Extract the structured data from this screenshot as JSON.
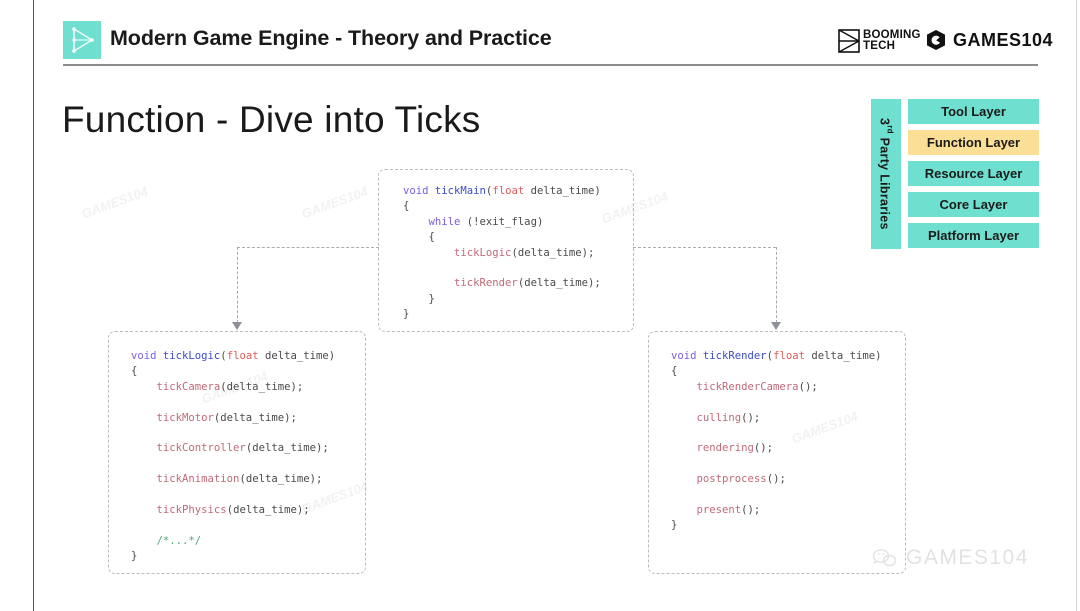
{
  "header": {
    "logo_icon": "wireframe-mesh-icon",
    "title": "Modern Game Engine - Theory and Practice",
    "brands": {
      "booming": {
        "line1": "BOOMING",
        "line2": "TECH",
        "mark_icon": "booming-b-mark-icon"
      },
      "games": {
        "text": "GAMES104",
        "mark_icon": "games-g-mark-icon"
      }
    }
  },
  "page_title": "Function - Dive into Ticks",
  "architecture": {
    "side_label_main": "Party Libraries",
    "side_label_ordinal_num": "3",
    "side_label_ordinal_sup": "rd",
    "side_color": "#6fe0cf",
    "highlight_color": "#fbdf96",
    "normal_color": "#6fe0cf",
    "layers": [
      {
        "label": "Tool Layer",
        "highlighted": false
      },
      {
        "label": "Function Layer",
        "highlighted": true
      },
      {
        "label": "Resource Layer",
        "highlighted": false
      },
      {
        "label": "Core Layer",
        "highlighted": false
      },
      {
        "label": "Platform Layer",
        "highlighted": false
      }
    ]
  },
  "code_blocks": {
    "tick_main": {
      "name": "tickMain",
      "lines": [
        [
          {
            "t": "void ",
            "c": "kw"
          },
          {
            "t": "tickMain",
            "c": "fn"
          },
          {
            "t": "(",
            "c": "plain"
          },
          {
            "t": "float ",
            "c": "type"
          },
          {
            "t": "delta_time)",
            "c": "plain"
          }
        ],
        [
          {
            "t": "{",
            "c": "br"
          }
        ],
        [
          {
            "t": "    ",
            "c": "plain"
          },
          {
            "t": "while",
            "c": "kw"
          },
          {
            "t": " (!exit_flag)",
            "c": "plain"
          }
        ],
        [
          {
            "t": "    {",
            "c": "br"
          }
        ],
        [
          {
            "t": "        ",
            "c": "plain"
          },
          {
            "t": "tickLogic",
            "c": "call"
          },
          {
            "t": "(delta_time);",
            "c": "plain"
          }
        ],
        [
          {
            "t": "",
            "c": "plain"
          }
        ],
        [
          {
            "t": "        ",
            "c": "plain"
          },
          {
            "t": "tickRender",
            "c": "call"
          },
          {
            "t": "(delta_time);",
            "c": "plain"
          }
        ],
        [
          {
            "t": "    }",
            "c": "br"
          }
        ],
        [
          {
            "t": "}",
            "c": "br"
          }
        ]
      ]
    },
    "tick_logic": {
      "name": "tickLogic",
      "lines": [
        [
          {
            "t": "void ",
            "c": "kw"
          },
          {
            "t": "tickLogic",
            "c": "fn"
          },
          {
            "t": "(",
            "c": "plain"
          },
          {
            "t": "float ",
            "c": "type"
          },
          {
            "t": "delta_time)",
            "c": "plain"
          }
        ],
        [
          {
            "t": "{",
            "c": "br"
          }
        ],
        [
          {
            "t": "    ",
            "c": "plain"
          },
          {
            "t": "tickCamera",
            "c": "call"
          },
          {
            "t": "(delta_time);",
            "c": "plain"
          }
        ],
        [
          {
            "t": "",
            "c": "plain"
          }
        ],
        [
          {
            "t": "    ",
            "c": "plain"
          },
          {
            "t": "tickMotor",
            "c": "call"
          },
          {
            "t": "(delta_time);",
            "c": "plain"
          }
        ],
        [
          {
            "t": "",
            "c": "plain"
          }
        ],
        [
          {
            "t": "    ",
            "c": "plain"
          },
          {
            "t": "tickController",
            "c": "call"
          },
          {
            "t": "(delta_time);",
            "c": "plain"
          }
        ],
        [
          {
            "t": "",
            "c": "plain"
          }
        ],
        [
          {
            "t": "    ",
            "c": "plain"
          },
          {
            "t": "tickAnimation",
            "c": "call"
          },
          {
            "t": "(delta_time);",
            "c": "plain"
          }
        ],
        [
          {
            "t": "",
            "c": "plain"
          }
        ],
        [
          {
            "t": "    ",
            "c": "plain"
          },
          {
            "t": "tickPhysics",
            "c": "call"
          },
          {
            "t": "(delta_time);",
            "c": "plain"
          }
        ],
        [
          {
            "t": "",
            "c": "plain"
          }
        ],
        [
          {
            "t": "    ",
            "c": "plain"
          },
          {
            "t": "/*...*/",
            "c": "cmt"
          }
        ],
        [
          {
            "t": "}",
            "c": "br"
          }
        ]
      ]
    },
    "tick_render": {
      "name": "tickRender",
      "lines": [
        [
          {
            "t": "void ",
            "c": "kw"
          },
          {
            "t": "tickRender",
            "c": "fn"
          },
          {
            "t": "(",
            "c": "plain"
          },
          {
            "t": "float ",
            "c": "type"
          },
          {
            "t": "delta_time)",
            "c": "plain"
          }
        ],
        [
          {
            "t": "{",
            "c": "br"
          }
        ],
        [
          {
            "t": "    ",
            "c": "plain"
          },
          {
            "t": "tickRenderCamera",
            "c": "call"
          },
          {
            "t": "();",
            "c": "plain"
          }
        ],
        [
          {
            "t": "",
            "c": "plain"
          }
        ],
        [
          {
            "t": "    ",
            "c": "plain"
          },
          {
            "t": "culling",
            "c": "call"
          },
          {
            "t": "();",
            "c": "plain"
          }
        ],
        [
          {
            "t": "",
            "c": "plain"
          }
        ],
        [
          {
            "t": "    ",
            "c": "plain"
          },
          {
            "t": "rendering",
            "c": "call"
          },
          {
            "t": "();",
            "c": "plain"
          }
        ],
        [
          {
            "t": "",
            "c": "plain"
          }
        ],
        [
          {
            "t": "    ",
            "c": "plain"
          },
          {
            "t": "postprocess",
            "c": "call"
          },
          {
            "t": "();",
            "c": "plain"
          }
        ],
        [
          {
            "t": "",
            "c": "plain"
          }
        ],
        [
          {
            "t": "    ",
            "c": "plain"
          },
          {
            "t": "present",
            "c": "call"
          },
          {
            "t": "();",
            "c": "plain"
          }
        ],
        [
          {
            "t": "}",
            "c": "br"
          }
        ]
      ]
    }
  },
  "watermark": {
    "bottom_text": "GAMES104",
    "bottom_icon": "wechat-icon",
    "faint_tiles": [
      "GAMES104",
      "GAMES104",
      "GAMES104",
      "GAMES104",
      "GAMES104",
      "GAMES104"
    ]
  },
  "colors": {
    "accent_teal": "#6fe0cf",
    "highlight_yellow": "#fbdf96",
    "dashed_border": "#b9bcc4",
    "code_keyword": "#7b5ee0",
    "code_type": "#e05b5b",
    "code_funcname": "#3b4cc8",
    "code_call": "#c06a78",
    "code_comment": "#55a877"
  }
}
